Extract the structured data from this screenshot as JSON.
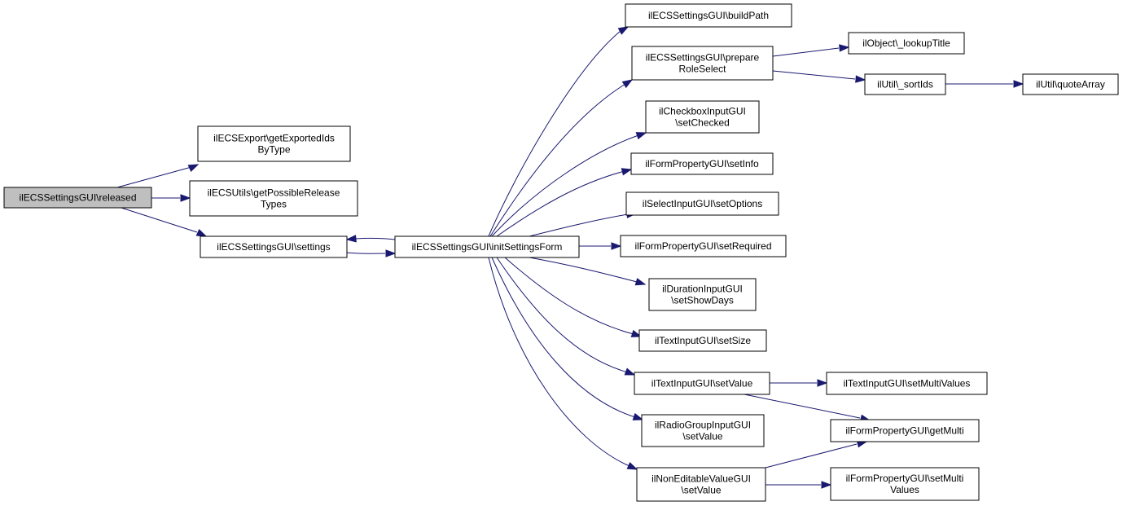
{
  "colors": {
    "edge": "#191970",
    "node_border": "#000000",
    "root_fill": "#bfbfbf",
    "node_fill": "#ffffff"
  },
  "nodes": {
    "released": [
      "ilECSSettingsGUI\\released"
    ],
    "getExported": [
      "ilECSExport\\getExportedIds",
      "ByType"
    ],
    "getPossible": [
      "ilECSUtils\\getPossibleRelease",
      "Types"
    ],
    "settings": [
      "ilECSSettingsGUI\\settings"
    ],
    "initForm": [
      "ilECSSettingsGUI\\initSettingsForm"
    ],
    "buildPath": [
      "ilECSSettingsGUI\\buildPath"
    ],
    "prepareRole": [
      "ilECSSettingsGUI\\prepare",
      "RoleSelect"
    ],
    "lookupTitle": [
      "ilObject\\_lookupTitle"
    ],
    "sortIds": [
      "ilUtil\\_sortIds"
    ],
    "quoteArray": [
      "ilUtil\\quoteArray"
    ],
    "cbSetChecked": [
      "ilCheckboxInputGUI",
      "\\setChecked"
    ],
    "fpSetInfo": [
      "ilFormPropertyGUI\\setInfo"
    ],
    "selSetOptions": [
      "ilSelectInputGUI\\setOptions"
    ],
    "fpSetRequired": [
      "ilFormPropertyGUI\\setRequired"
    ],
    "durSetShowDays": [
      "ilDurationInputGUI",
      "\\setShowDays"
    ],
    "tiSetSize": [
      "ilTextInputGUI\\setSize"
    ],
    "tiSetValue": [
      "ilTextInputGUI\\setValue"
    ],
    "tiSetMulti": [
      "ilTextInputGUI\\setMultiValues"
    ],
    "rgSetValue": [
      "ilRadioGroupInputGUI",
      "\\setValue"
    ],
    "fpGetMulti": [
      "ilFormPropertyGUI\\getMulti"
    ],
    "nevSetValue": [
      "ilNonEditableValueGUI",
      "\\setValue"
    ],
    "fpSetMultiValues": [
      "ilFormPropertyGUI\\setMulti",
      "Values"
    ]
  }
}
